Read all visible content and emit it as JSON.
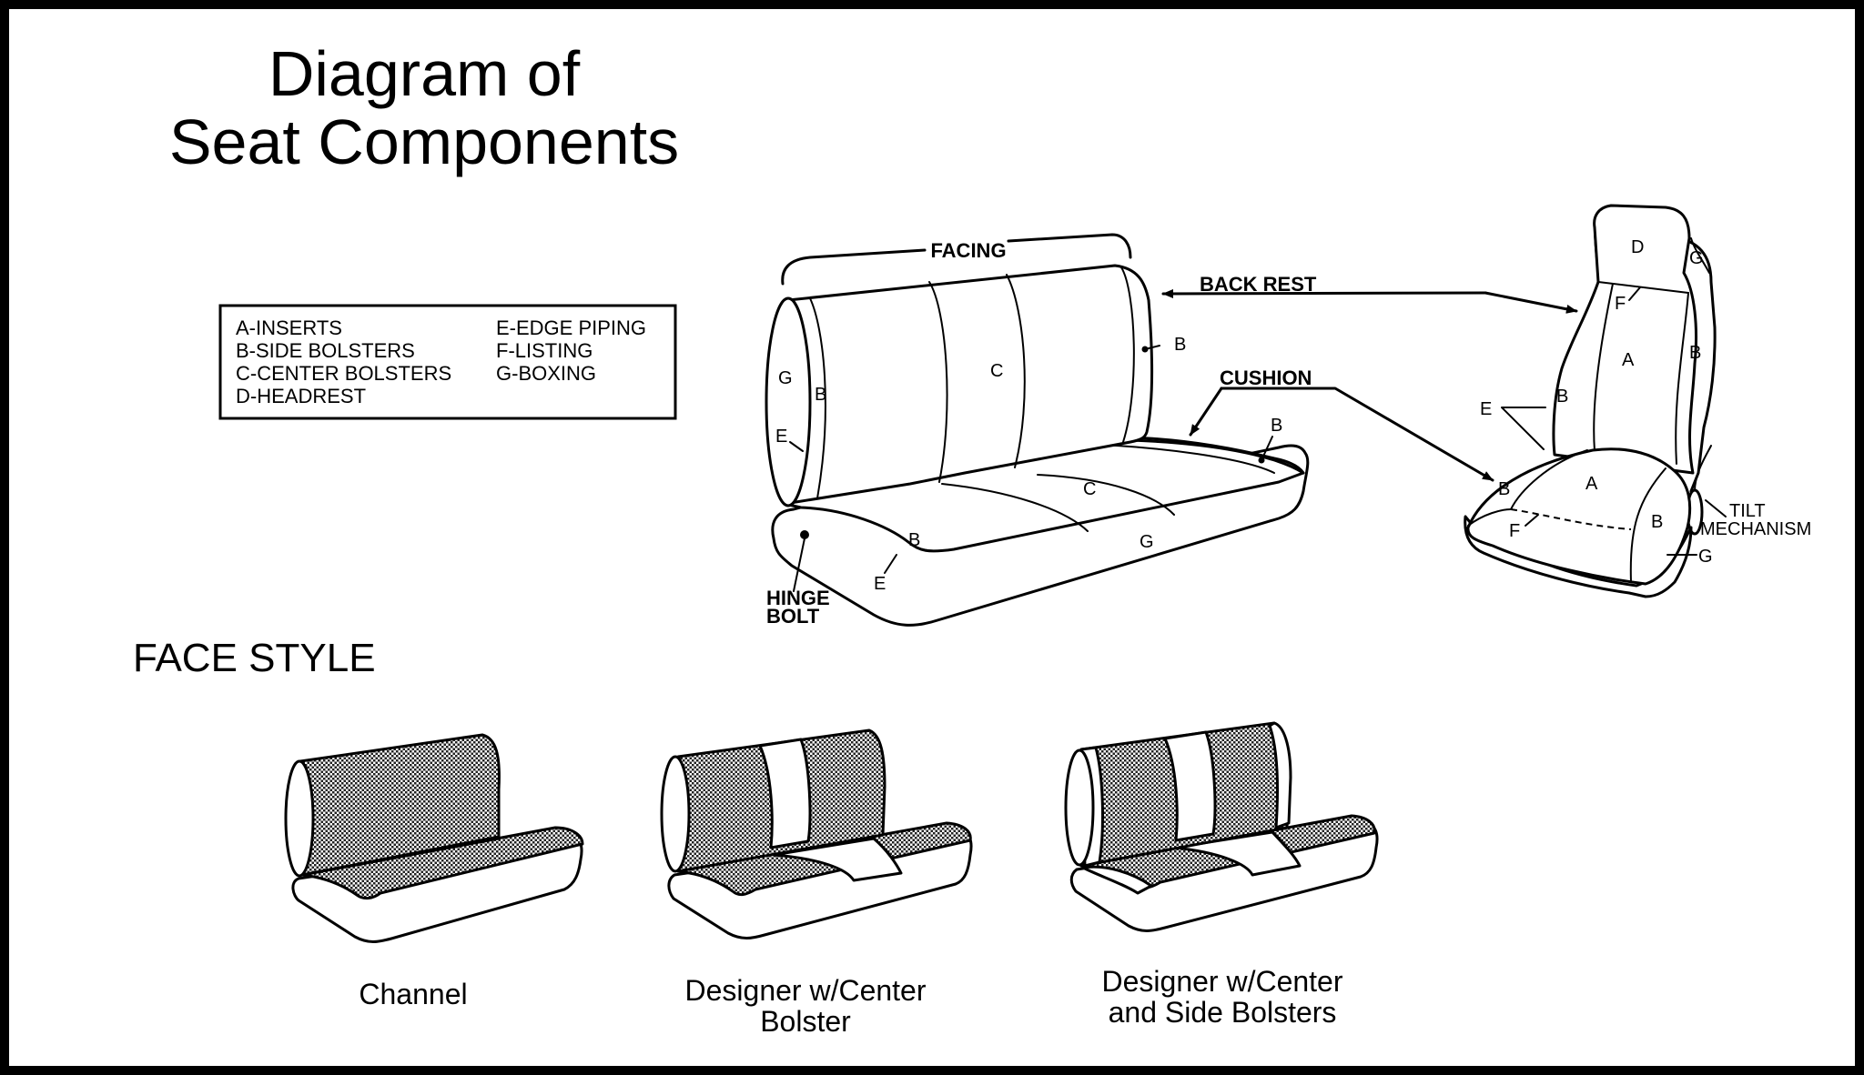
{
  "title": {
    "line1": "Diagram of",
    "line2": "Seat Components"
  },
  "legend": {
    "left": [
      "A-INSERTS",
      "B-SIDE BOLSTERS",
      "C-CENTER BOLSTERS",
      "D-HEADREST"
    ],
    "right": [
      "E-EDGE PIPING",
      "F-LISTING",
      "G-BOXING"
    ]
  },
  "bench_labels": {
    "facing": "FACING",
    "back_rest": "BACK REST",
    "cushion": "CUSHION",
    "hinge_bolt_1": "HINGE",
    "hinge_bolt_2": "BOLT",
    "g_end": "G",
    "b_end": "B",
    "e_end": "E",
    "c_back": "C",
    "b_back_right": "B",
    "b_cushion_right": "B",
    "c_cushion": "C",
    "b_cushion_left": "B",
    "e_cushion": "E",
    "g_cushion": "G"
  },
  "bucket_labels": {
    "d": "D",
    "g_head": "G",
    "f_back": "F",
    "a_back": "A",
    "b_back_right": "B",
    "b_back_left": "B",
    "e": "E",
    "b_seat_left": "B",
    "a_seat": "A",
    "f_seat": "F",
    "b_seat_right": "B",
    "tilt_1": "TILT",
    "tilt_2": "MECHANISM",
    "g_base": "G"
  },
  "face_style": {
    "heading": "FACE STYLE",
    "styles": [
      {
        "caption": [
          "Channel"
        ]
      },
      {
        "caption": [
          "Designer w/Center",
          "Bolster"
        ]
      },
      {
        "caption": [
          "Designer w/Center",
          "and Side Bolsters"
        ]
      }
    ]
  },
  "colors": {
    "border": "#000000",
    "background": "#ffffff",
    "ink": "#000000"
  }
}
